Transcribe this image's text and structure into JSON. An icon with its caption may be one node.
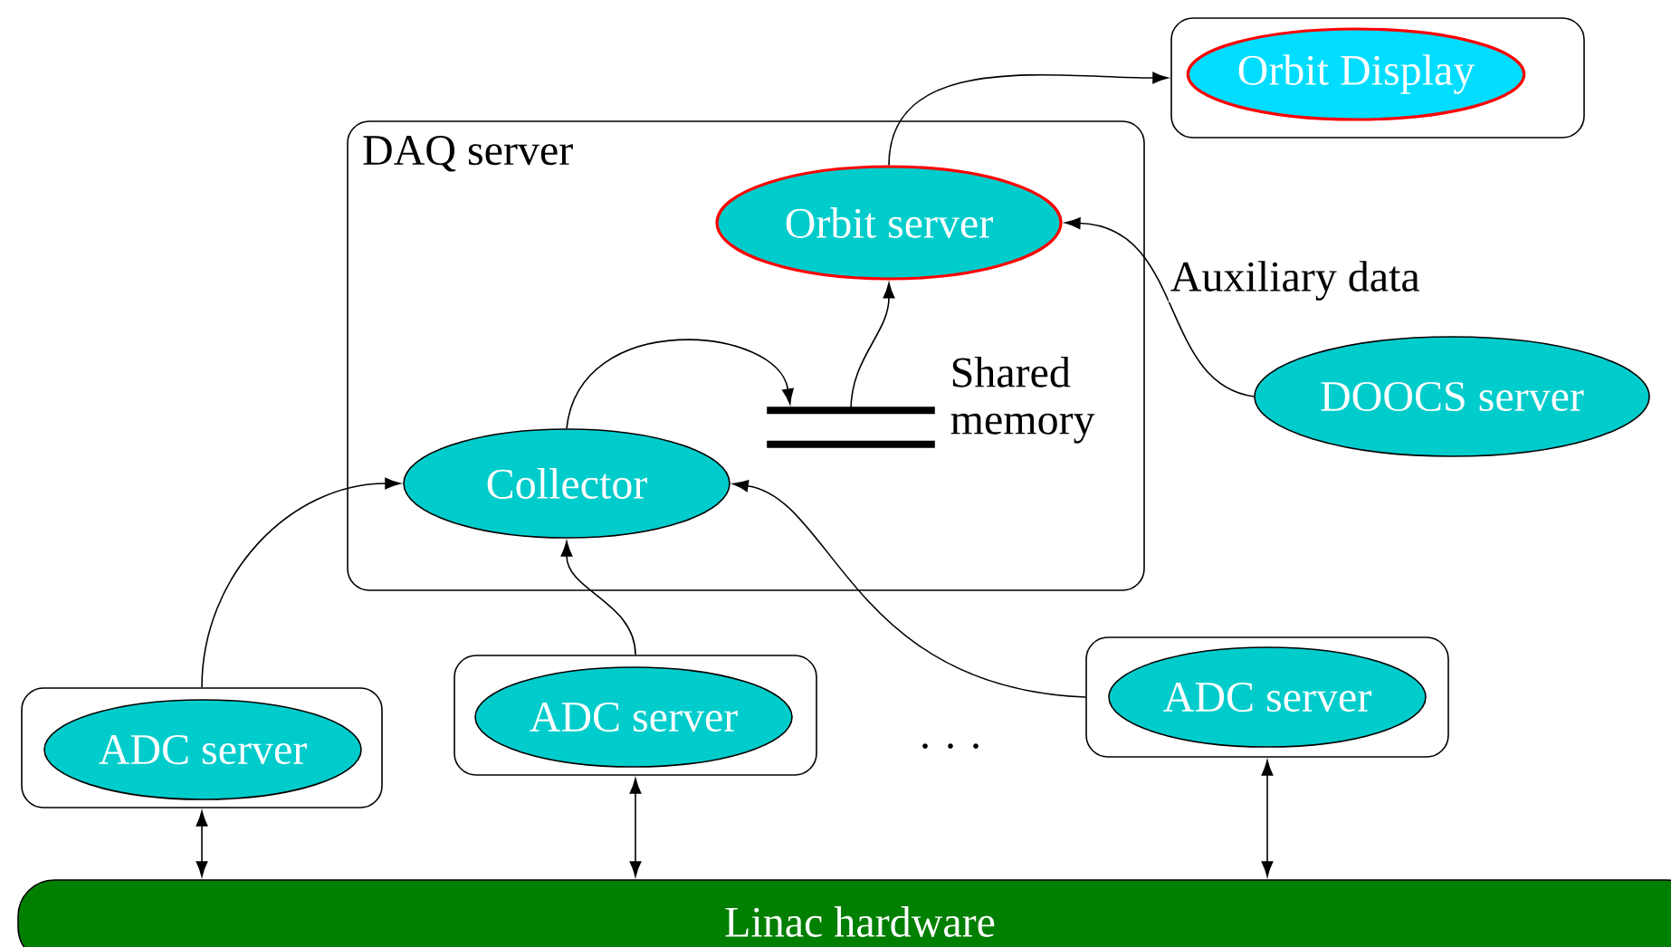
{
  "diagram": {
    "nodes": [
      {
        "text": [
          "DAQ server"
        ]
      },
      {
        "text": [
          "Orbit server"
        ],
        "in": 0
      },
      {
        "text": [],
        "shape": "bar",
        "in": 0,
        "beside": [
          "Shared memory"
        ]
      },
      {
        "text": [
          "Collector"
        ],
        "in": 0
      },
      {
        "text": [],
        "shape": "box"
      },
      {
        "text": [
          "Orbit Display"
        ],
        "in": 4
      },
      {
        "text": [
          "DOOCS server"
        ]
      },
      {
        "text": [],
        "shape": "box"
      },
      {
        "text": [
          "ADC server"
        ],
        "in": 7
      },
      {
        "text": [],
        "shape": "box"
      },
      {
        "text": [
          "ADC server"
        ],
        "in": 9
      },
      {
        "text": [],
        "shape": "box"
      },
      {
        "text": [
          "ADC server"
        ],
        "in": 11
      },
      {
        "text": [
          "Linac hardware"
        ]
      }
    ],
    "edges": [
      {
        "from": 1,
        "to": 4,
        "arrow": "to"
      },
      {
        "from": 6,
        "to": 1,
        "arrow": "to",
        "label": "Auxiliary data"
      },
      {
        "from": 3,
        "to": 2,
        "arrow": "to"
      },
      {
        "from": 2,
        "to": 1,
        "arrow": "to"
      },
      {
        "from": 7,
        "to": 3,
        "arrow": "to"
      },
      {
        "from": 9,
        "to": 3,
        "arrow": "to"
      },
      {
        "from": 11,
        "to": 3,
        "arrow": "to"
      },
      {
        "from": 7,
        "to": 13,
        "arrow": "both"
      },
      {
        "from": 9,
        "to": 13,
        "arrow": "both"
      },
      {
        "from": 11,
        "to": 13,
        "arrow": "both"
      }
    ],
    "labels": [
      ". . ."
    ]
  }
}
